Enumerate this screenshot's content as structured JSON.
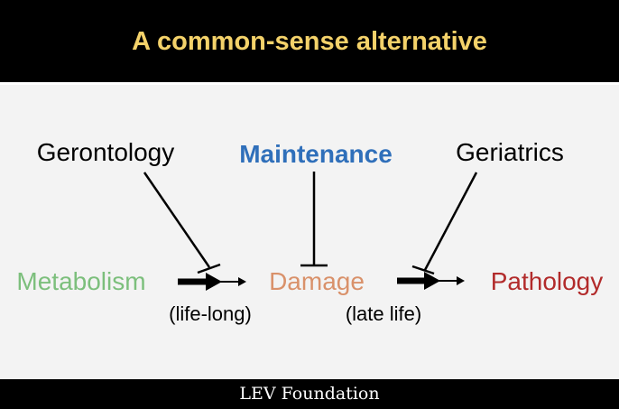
{
  "title": "A common-sense alternative",
  "diagram": {
    "gerontology": "Gerontology",
    "maintenance": "Maintenance",
    "geriatrics": "Geriatrics",
    "metabolism": "Metabolism",
    "damage": "Damage",
    "pathology": "Pathology",
    "life_long": "(life-long)",
    "late_life": "(late life)"
  },
  "colors": {
    "title": "#f4d26a",
    "maintenance": "#2f6fba",
    "metabolism": "#7cbf7c",
    "damage": "#d9916a",
    "pathology": "#b22b2b"
  },
  "footer": "LEV Foundation"
}
